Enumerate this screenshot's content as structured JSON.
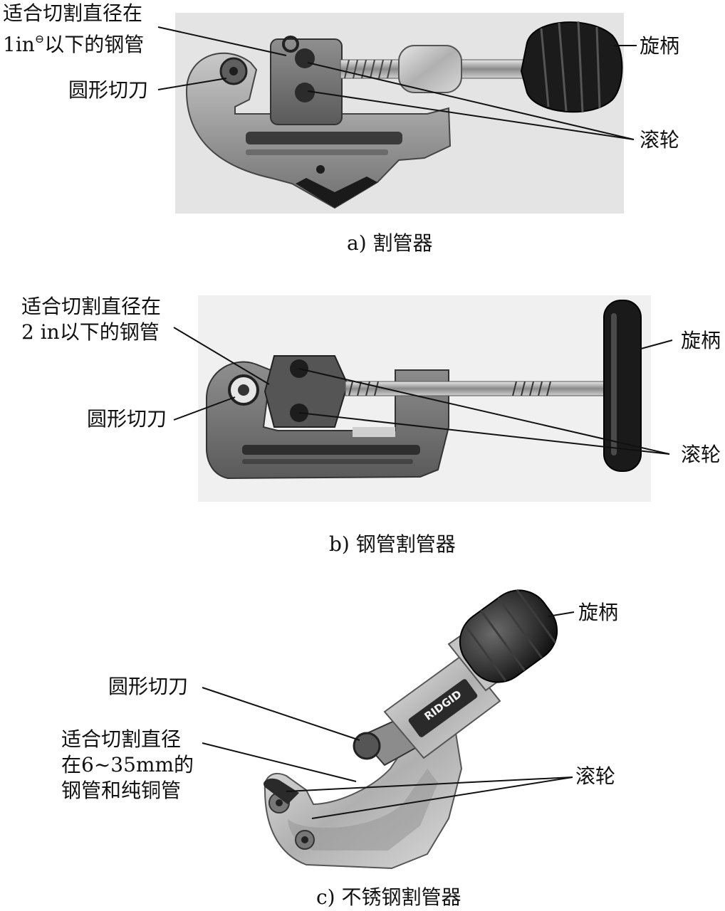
{
  "panel_a": {
    "note_line1": "适合切割直径在",
    "note_line2_prefix": "1in",
    "note_line2_sup": "⊖",
    "note_line2_suffix": "以下的钢管",
    "blade_label": "圆形切刀",
    "knob_label": "旋柄",
    "roller_label": "滚轮",
    "caption": "a) 割管器"
  },
  "panel_b": {
    "note_line1": "适合切割直径在",
    "note_line2": "2 in以下的钢管",
    "blade_label": "圆形切刀",
    "knob_label": "旋柄",
    "roller_label": "滚轮",
    "caption": "b) 钢管割管器"
  },
  "panel_c": {
    "knob_label": "旋柄",
    "blade_label": "圆形切刀",
    "note_line1": "适合切割直径",
    "note_line2": "在6~35mm的",
    "note_line3": "钢管和纯铜管",
    "roller_label": "滚轮",
    "brand": "RIDGID",
    "caption": "c) 不锈钢割管器"
  }
}
